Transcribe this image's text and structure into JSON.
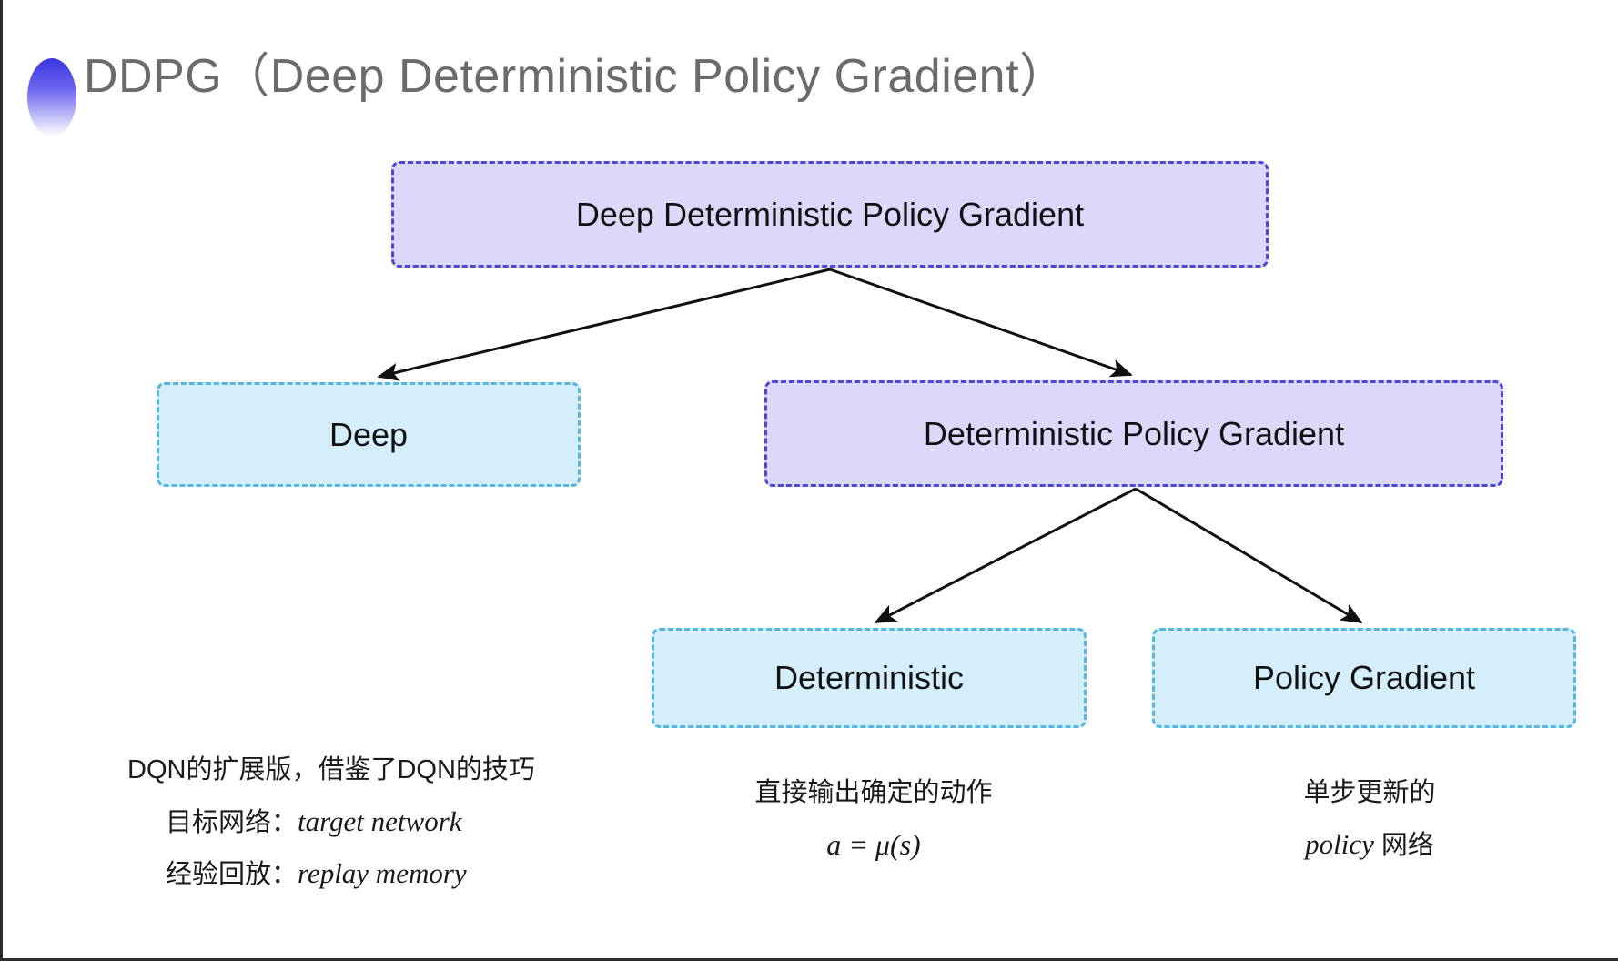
{
  "slide": {
    "title": "DDPG（Deep Deterministic Policy Gradient）",
    "accent_color": "#4f45d6",
    "background": "#ffffff"
  },
  "diagram": {
    "nodes": [
      {
        "id": "root",
        "label": "Deep Deterministic Policy Gradient",
        "fill": "#dcd8fa",
        "border": "#4f45d6",
        "level": 0
      },
      {
        "id": "deep",
        "label": "Deep",
        "fill": "#d4eefb",
        "border": "#56b6e3",
        "level": 1
      },
      {
        "id": "dpg",
        "label": "Deterministic Policy Gradient",
        "fill": "#dcd8fa",
        "border": "#4f45d6",
        "level": 1
      },
      {
        "id": "deterministic",
        "label": "Deterministic",
        "fill": "#d4eefb",
        "border": "#56b6e3",
        "level": 2
      },
      {
        "id": "policy_gradient",
        "label": "Policy Gradient",
        "fill": "#d4eefb",
        "border": "#56b6e3",
        "level": 2
      }
    ],
    "edges": [
      {
        "from": "root",
        "to": "deep"
      },
      {
        "from": "root",
        "to": "dpg"
      },
      {
        "from": "dpg",
        "to": "deterministic"
      },
      {
        "from": "dpg",
        "to": "policy_gradient"
      }
    ],
    "edge_color": "#111111"
  },
  "captions": {
    "left": {
      "line1": "DQN的扩展版，借鉴了DQN的技巧",
      "line2_label": "目标网络：",
      "line2_term": "target network",
      "line3_label": "经验回放：",
      "line3_term": "replay memory"
    },
    "middle": {
      "line1": "直接输出确定的动作",
      "formula": "a = μ(s)"
    },
    "right": {
      "line1": "单步更新的",
      "term": "policy",
      "line2_suffix": " 网络"
    }
  }
}
